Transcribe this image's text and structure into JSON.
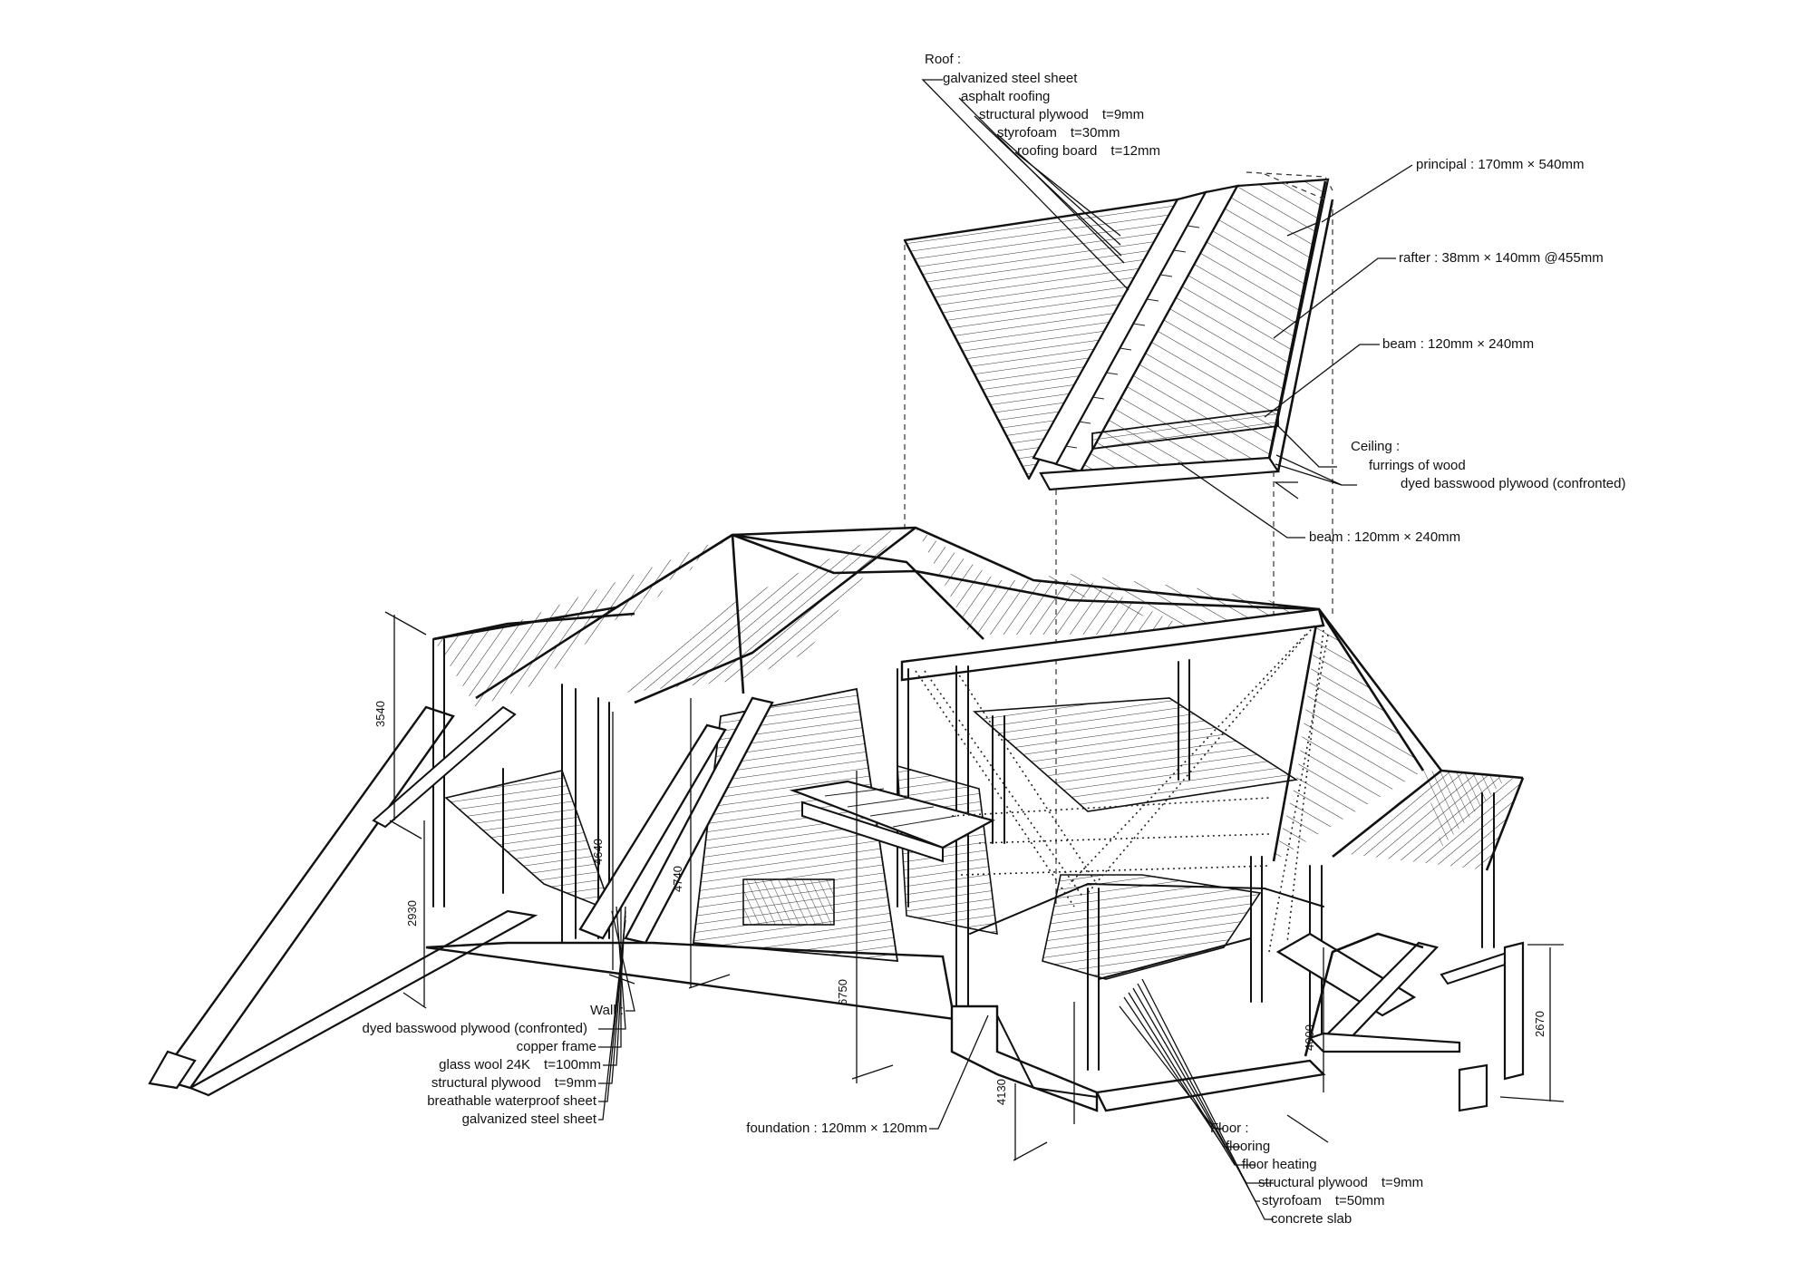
{
  "roof": {
    "heading": "Roof :",
    "items": [
      "galvanized steel sheet",
      "asphalt roofing",
      "structural plywood　t=9mm",
      "styrofoam　t=30mm",
      "roofing board　t=12mm"
    ]
  },
  "members": {
    "principal": "principal : 170mm × 540mm",
    "rafter": "rafter : 38mm × 140mm @455mm",
    "beam_upper": "beam : 120mm × 240mm",
    "beam_lower": "beam : 120mm × 240mm"
  },
  "ceiling": {
    "heading": "Ceiling :",
    "items": [
      "furrings of wood",
      "dyed basswood plywood (confronted)"
    ]
  },
  "wall": {
    "heading": "Wall :",
    "items": [
      "dyed basswood plywood (confronted)",
      "copper frame",
      "glass wool 24K　t=100mm",
      "structural plywood　t=9mm",
      "breathable waterproof sheet",
      "galvanized steel sheet"
    ]
  },
  "foundation": "foundation : 120mm × 120mm",
  "floor": {
    "heading": "Floor :",
    "items": [
      "flooring",
      "floor heating",
      "structural plywood　t=9mm",
      "styrofoam　t=50mm",
      "concrete slab"
    ]
  },
  "dimensions": {
    "d3540": "3540",
    "d2930": "2930",
    "d4640": "4640",
    "d4740": "4740",
    "d6750": "6750",
    "d4130": "4130",
    "d4000": "4000",
    "d2670": "2670"
  }
}
